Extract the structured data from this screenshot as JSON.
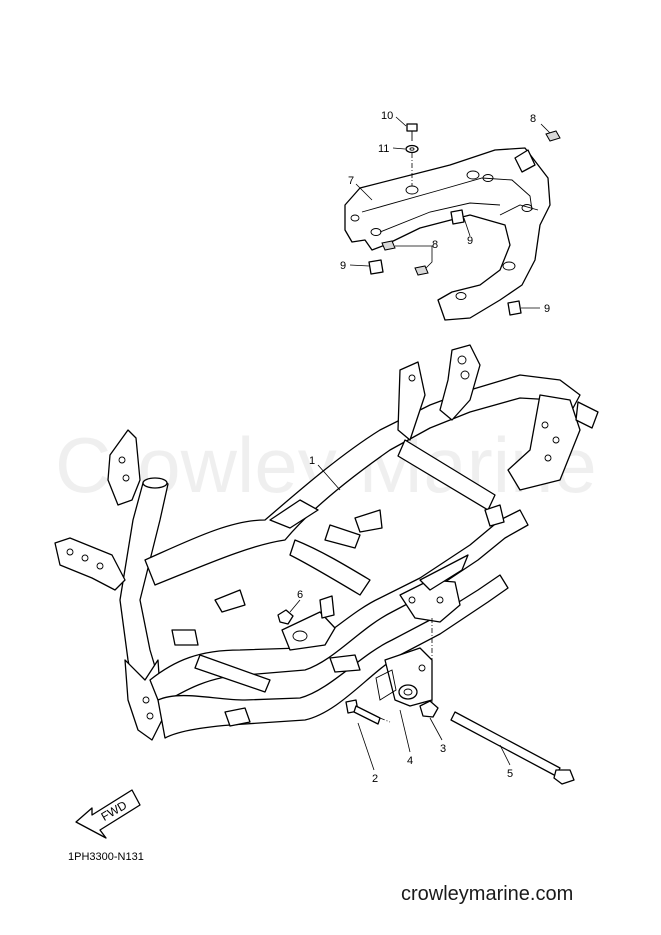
{
  "watermark": "Crowley Marine",
  "reference_code": "1PH3300-N131",
  "website": "crowleymarine.com",
  "fwd_label": "FWD",
  "callouts": [
    {
      "id": "c10",
      "label": "10"
    },
    {
      "id": "c11",
      "label": "11"
    },
    {
      "id": "c7",
      "label": "7"
    },
    {
      "id": "c8a",
      "label": "8"
    },
    {
      "id": "c8b",
      "label": "8"
    },
    {
      "id": "c9a",
      "label": "9"
    },
    {
      "id": "c9b",
      "label": "9"
    },
    {
      "id": "c9c",
      "label": "9"
    },
    {
      "id": "c1",
      "label": "1"
    },
    {
      "id": "c6",
      "label": "6"
    },
    {
      "id": "c2",
      "label": "2"
    },
    {
      "id": "c4",
      "label": "4"
    },
    {
      "id": "c3",
      "label": "3"
    },
    {
      "id": "c5",
      "label": "5"
    }
  ]
}
